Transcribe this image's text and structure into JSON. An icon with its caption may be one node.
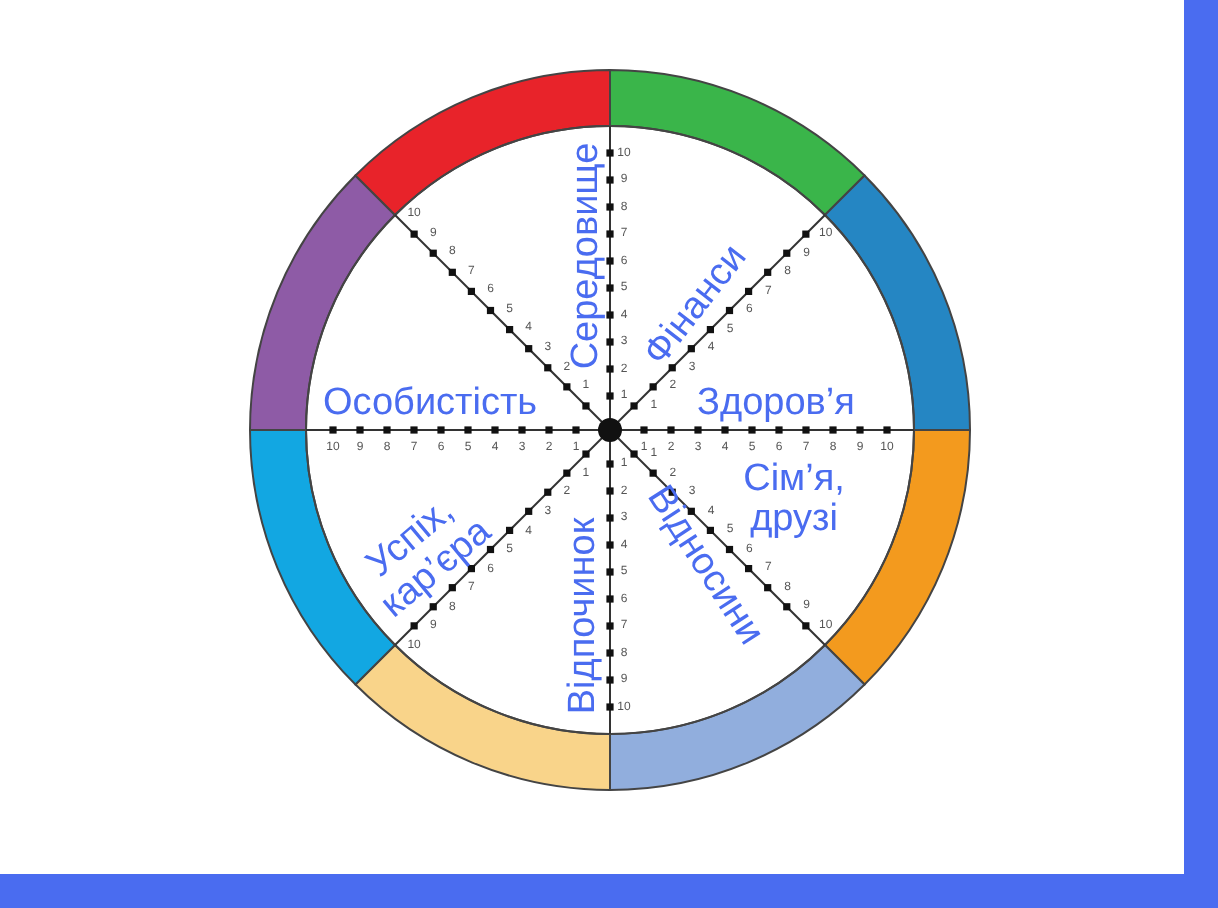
{
  "diagram": {
    "labels": [
      "Середовище",
      "Фінанси",
      "Здоров’я",
      "Сім’я, друзі",
      "Відносини",
      "Відпочинок",
      "Успіх, кар’єра",
      "Особистість",
      "1",
      "2",
      "3",
      "4",
      "5",
      "6",
      "7",
      "8",
      "9",
      "10",
      "1",
      "2",
      "3",
      "4",
      "5",
      "6",
      "7",
      "8",
      "9",
      "10",
      "1",
      "2",
      "3",
      "4",
      "5",
      "6",
      "7",
      "8",
      "9",
      "10",
      "1",
      "2",
      "3",
      "4",
      "5",
      "6",
      "7",
      "8",
      "9",
      "10",
      "1",
      "2",
      "3",
      "4",
      "5",
      "6",
      "7",
      "8",
      "9",
      "10",
      "1",
      "2",
      "3",
      "4",
      "5",
      "6",
      "7",
      "8",
      "9",
      "10",
      "1",
      "2",
      "3",
      "4",
      "5",
      "6",
      "7",
      "8",
      "9",
      "10",
      "1",
      "2",
      "3",
      "4",
      "5",
      "6",
      "7",
      "8",
      "9",
      "10"
    ]
  }
}
